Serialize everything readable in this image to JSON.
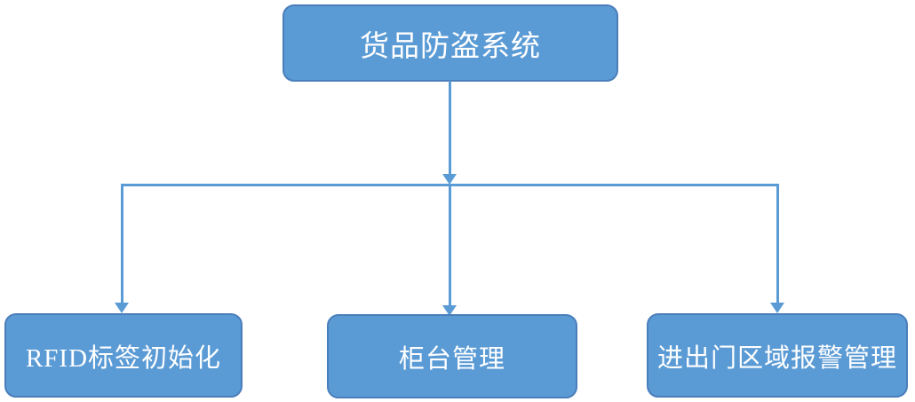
{
  "diagram": {
    "type": "hierarchy-flowchart",
    "root": {
      "label": "货品防盗系统"
    },
    "children": [
      {
        "label": "RFID标签初始化"
      },
      {
        "label": "柜台管理"
      },
      {
        "label": "进出门区域报警管理"
      }
    ],
    "connectors": {
      "description": "root connects downward via arrow to horizontal rail, rail branches into three downward arrows into child nodes"
    },
    "colors": {
      "node_fill": "#5b9bd5",
      "node_border": "#4a7ebb",
      "connector": "#5b9bd5",
      "text": "#ffffff",
      "background": "#ffffff"
    }
  }
}
